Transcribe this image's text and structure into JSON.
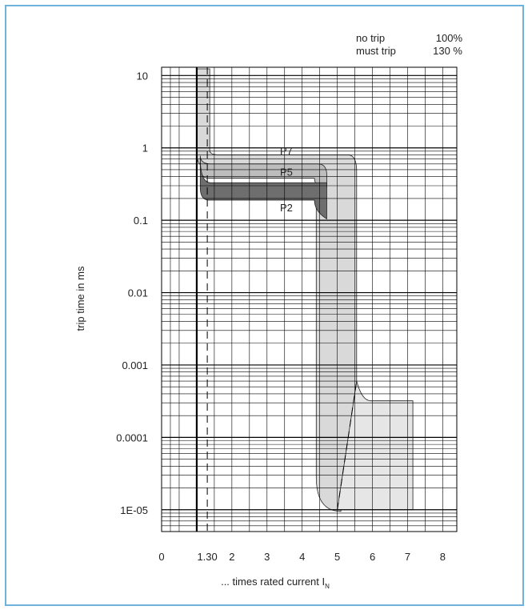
{
  "colors": {
    "frame": "#6fb3dd",
    "band_light": "#d9d9d9",
    "band_dark": "#6e6e6e",
    "grid": "#000000"
  },
  "legend": {
    "row1": {
      "label": "no trip",
      "value": "100%"
    },
    "row2": {
      "label": "must trip",
      "value": "130 %"
    }
  },
  "chart_data": {
    "type": "line",
    "title": "",
    "xlabel_prefix": "... times rated current I",
    "xlabel_subscript": "N",
    "ylabel": "trip time in ms",
    "yscale": "log",
    "ylim": [
      5e-06,
      13
    ],
    "xlim": [
      0,
      8.4
    ],
    "x_ticks": [
      {
        "v": 0,
        "label": "0"
      },
      {
        "v": 1.3,
        "label": "1.30"
      },
      {
        "v": 2,
        "label": "2"
      },
      {
        "v": 3,
        "label": "3"
      },
      {
        "v": 4,
        "label": "4"
      },
      {
        "v": 5,
        "label": "5"
      },
      {
        "v": 6,
        "label": "6"
      },
      {
        "v": 7,
        "label": "7"
      },
      {
        "v": 8,
        "label": "8"
      }
    ],
    "y_ticks": [
      {
        "v": 10,
        "label": "10"
      },
      {
        "v": 1,
        "label": "1"
      },
      {
        "v": 0.1,
        "label": "0.1"
      },
      {
        "v": 0.01,
        "label": "0.01"
      },
      {
        "v": 0.001,
        "label": "0.001"
      },
      {
        "v": 0.0001,
        "label": "0.0001"
      },
      {
        "v": 1e-05,
        "label": "1E-05"
      }
    ],
    "grid": true,
    "reference_lines": [
      {
        "name": "no trip 100%",
        "x": 1.0,
        "style": "solid"
      },
      {
        "name": "must trip 130 %",
        "x": 1.3,
        "style": "dashed"
      }
    ],
    "series": [
      {
        "name": "P7",
        "plateau_upper": 0.8,
        "plateau_lower": 0.55,
        "drop_x_upper": 5.55,
        "drop_x_lower": 4.7
      },
      {
        "name": "P5",
        "plateau_upper": 0.6,
        "plateau_lower": 0.38,
        "drop_x_upper": 4.7,
        "drop_x_lower": 4.35
      },
      {
        "name": "P2",
        "plateau_upper": 0.33,
        "plateau_lower": 0.19,
        "drop_x_upper": 4.7,
        "drop_x_lower": 4.35
      }
    ],
    "instantaneous_region": {
      "x_range": [
        5.0,
        7.15
      ],
      "y_range": [
        1e-05,
        0.00032
      ]
    }
  }
}
